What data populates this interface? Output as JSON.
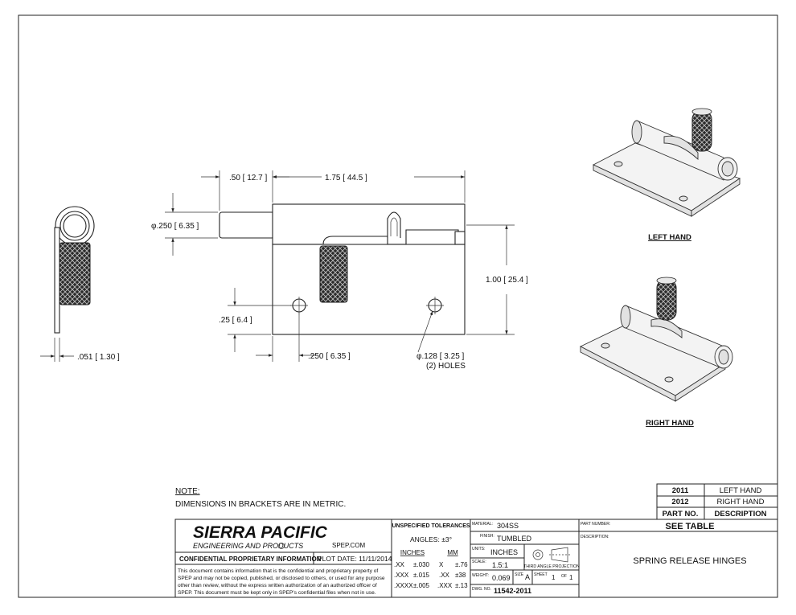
{
  "dimensions": {
    "d1": ".50",
    "d1m": "12.7",
    "d2": "1.75",
    "d2m": "44.5",
    "d3": "φ.250",
    "d3m": "6.35",
    "d4": "1.00",
    "d4m": "25.4",
    "d5": ".25",
    "d5m": "6.4",
    "d6": ".250",
    "d6m": "6.35",
    "d7": "φ.128",
    "d7m": "3.25",
    "d7note": "(2) HOLES",
    "d8": ".051",
    "d8m": "1.30"
  },
  "views": {
    "left_hand": "LEFT HAND",
    "right_hand": "RIGHT HAND"
  },
  "note": {
    "heading": "NOTE:",
    "text": "DIMENSIONS IN BRACKETS ARE IN METRIC."
  },
  "parts_table": {
    "rows": [
      {
        "no": "2011",
        "desc": "LEFT HAND"
      },
      {
        "no": "2012",
        "desc": "RIGHT HAND"
      }
    ],
    "header_no": "PART NO.",
    "header_desc": "DESCRIPTION"
  },
  "title_block": {
    "company": "SIERRA PACIFIC",
    "company_sub": "ENGINEERING AND PRODUCTS",
    "website": "SPEP.COM",
    "confidential_label": "CONFIDENTIAL PROPRIETARY INFORMATION",
    "plot_date": "PLOT DATE: 11/11/2014",
    "disclaimer_lines": [
      "This document contains information that is the confidential and proprietary property of",
      "SPEP and may not be copied, published, or disclosed to others, or used for any purpose",
      "other than review, without the express written authorization of an authorized officer of",
      "SPEP. This document must be kept only in SPEP's confidential files when not in use."
    ],
    "tolerances_heading": "UNSPECIFIED TOLERANCES",
    "angles": "ANGLES: ±3°",
    "inches_label": "INCHES",
    "mm_label": "MM",
    "tol_rows": [
      {
        "in": ".XX",
        "in_tol": "±.030",
        "mm": "X",
        "mm_tol": "±.76"
      },
      {
        "in": ".XXX",
        "in_tol": "±.015",
        "mm": ".XX",
        "mm_tol": "±38"
      },
      {
        "in": ".XXXX",
        "in_tol": "±.005",
        "mm": ".XXX",
        "mm_tol": "±.13"
      }
    ],
    "material_label": "MATERIAL:",
    "material": "304SS",
    "finish_label": "FINISH:",
    "finish": "TUMBLED",
    "units_label": "UNITS:",
    "units": "INCHES",
    "projection": "THIRD ANGLE PROJECTION",
    "scale_label": "SCALE:",
    "scale": "1.5:1",
    "weight_label": "WEIGHT:",
    "weight": "0.069",
    "size_label": "SIZE",
    "size": "A",
    "sheet_label": "SHEET",
    "sheet": "1",
    "of_label": "OF",
    "sheet_total": "1",
    "dwg_label": "DWG. NO.",
    "dwg_no": "11542-2011",
    "part_number_label": "PART NUMBER:",
    "part_number": "SEE TABLE",
    "description_label": "DESCRIPTION:",
    "description": "SPRING RELEASE HINGES"
  }
}
